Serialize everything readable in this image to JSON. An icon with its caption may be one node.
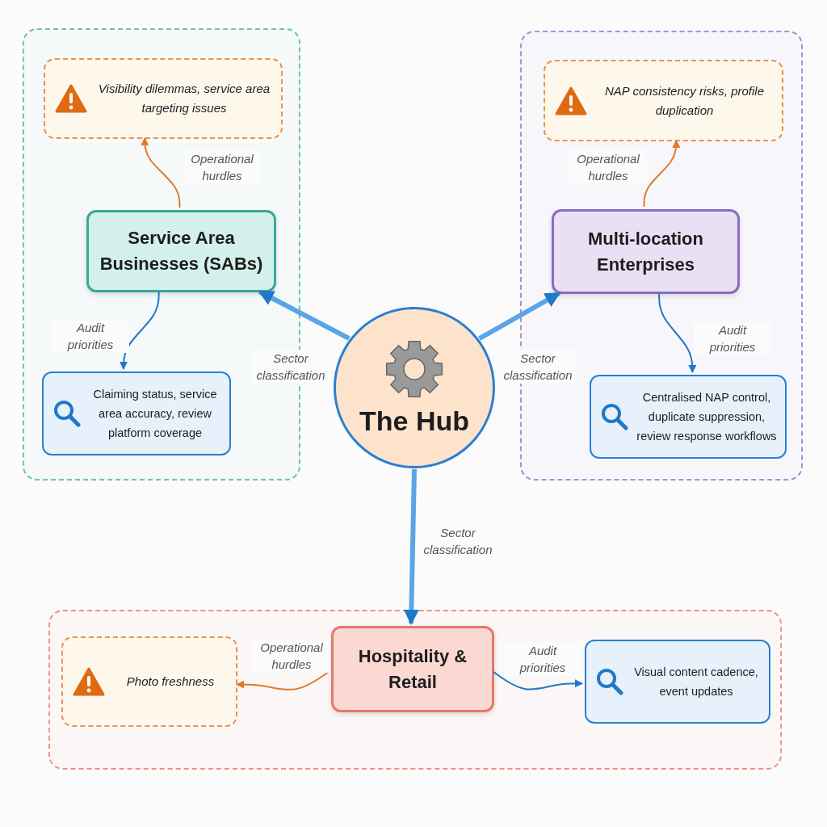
{
  "diagram": {
    "nodes": [
      {
        "text": [],
        "shape": "box"
      },
      {
        "text": [
          "Visibility dilemmas, service area targeting issues"
        ],
        "in": 0
      },
      {
        "text": [
          "Service Area Businesses (SABs)"
        ],
        "in": 0
      },
      {
        "text": [
          "Claiming status, service area accuracy, review platform coverage"
        ],
        "in": 0
      },
      {
        "text": [],
        "shape": "box"
      },
      {
        "text": [
          "NAP consistency risks, profile duplication"
        ],
        "in": 4
      },
      {
        "text": [
          "Multi-location Enterprises"
        ],
        "in": 4
      },
      {
        "text": [
          "Centralised NAP control, duplicate suppression, review response workflows"
        ],
        "in": 4
      },
      {
        "text": [
          "The Hub"
        ]
      },
      {
        "text": [],
        "shape": "box"
      },
      {
        "text": [
          "Photo freshness"
        ],
        "in": 9
      },
      {
        "text": [
          "Hospitality & Retail"
        ],
        "in": 9
      },
      {
        "text": [
          "Visual content cadence, event updates"
        ],
        "in": 9
      }
    ],
    "edges": [
      {
        "from": 2,
        "to": 1,
        "arrow": "to",
        "label": "Operational hurdles",
        "color": "#e07a2a"
      },
      {
        "from": 2,
        "to": 3,
        "arrow": "to",
        "label": "Audit priorities",
        "color": "#1f78c8"
      },
      {
        "from": 8,
        "to": 2,
        "arrow": "to",
        "label": "Sector classification",
        "style": "thick",
        "color": "#5aa5e6"
      },
      {
        "from": 6,
        "to": 5,
        "arrow": "to",
        "label": "Operational hurdles",
        "color": "#e07a2a"
      },
      {
        "from": 6,
        "to": 7,
        "arrow": "to",
        "label": "Audit priorities",
        "color": "#1f78c8"
      },
      {
        "from": 8,
        "to": 6,
        "arrow": "to",
        "label": "Sector classification",
        "style": "thick",
        "color": "#5aa5e6"
      },
      {
        "from": 8,
        "to": 11,
        "arrow": "to",
        "label": "Sector classification",
        "style": "thick",
        "color": "#5aa5e6"
      },
      {
        "from": 11,
        "to": 10,
        "arrow": "to",
        "label": "Operational hurdles",
        "color": "#e07a2a"
      },
      {
        "from": 11,
        "to": 12,
        "arrow": "to",
        "label": "Audit priorities",
        "color": "#1f78c8"
      }
    ]
  }
}
